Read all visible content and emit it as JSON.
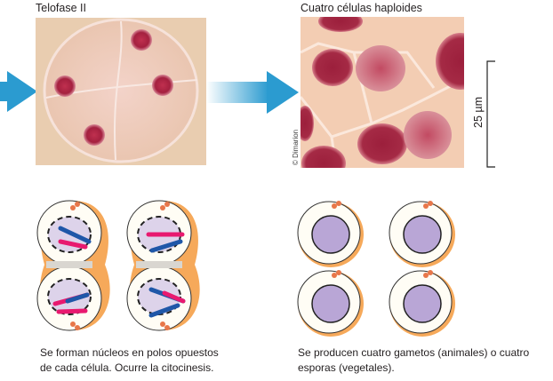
{
  "left_panel": {
    "title": "Telofase II",
    "caption_line1": "Se forman núcleos en polos opuestos",
    "caption_line2": "de cada célula. Ocurre la citocinesis."
  },
  "right_panel": {
    "title": "Cuatro células haploides",
    "caption_line1": "Se producen cuatro gametos (animales) o cuatro",
    "caption_line2": "esporas (vegetales).",
    "credit": "© Dimarion",
    "scale_label": "25 µm"
  },
  "colors": {
    "arrow": "#2b9bd0",
    "chromosome_blue": "#1f57a8",
    "chromosome_pink": "#e8196f",
    "cell_outline": "#f6a95a",
    "nucleus": "#b9a6d6"
  }
}
